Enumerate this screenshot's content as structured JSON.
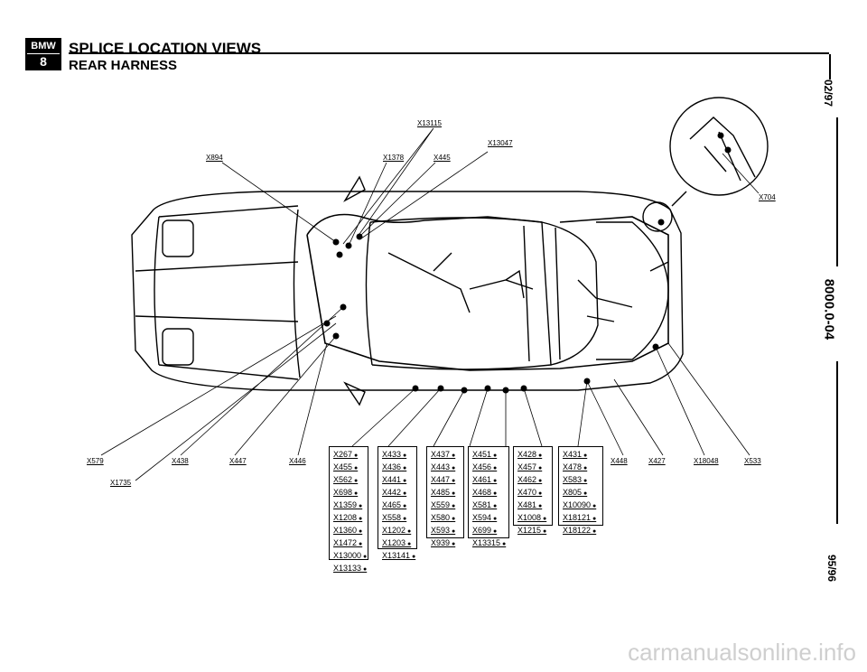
{
  "header": {
    "logo_top": "BMW",
    "logo_bottom": "8",
    "title": "SPLICE LOCATION VIEWS",
    "subtitle": "REAR HARNESS"
  },
  "side": {
    "date": "02/97",
    "code": "8000.0-04",
    "model": "95/96"
  },
  "top_labels": {
    "x13115": "X13115",
    "x13047": "X13047",
    "x894": "X894",
    "x1378": "X1378",
    "x445": "X445",
    "x704": "X704"
  },
  "bottom_labels": {
    "x579": "X579",
    "x1735": "X1735",
    "x438": "X438",
    "x447": "X447",
    "x446": "X446",
    "x448": "X448",
    "x427": "X427",
    "x18048": "X18048",
    "x533": "X533"
  },
  "boxes": [
    [
      "X267",
      "X455",
      "X562",
      "X698",
      "X1359",
      "X1208",
      "X1360",
      "X1472",
      "X13000",
      "X13133"
    ],
    [
      "X433",
      "X436",
      "X441",
      "X442",
      "X465",
      "X558",
      "X1202",
      "X1203",
      "X13141"
    ],
    [
      "X437",
      "X443",
      "X447",
      "X485",
      "X559",
      "X580",
      "X593",
      "X939"
    ],
    [
      "X451",
      "X456",
      "X461",
      "X468",
      "X581",
      "X594",
      "X699",
      "X13315"
    ],
    [
      "X428",
      "X457",
      "X462",
      "X470",
      "X481",
      "X1008",
      "X1215"
    ],
    [
      "X431",
      "X478",
      "X583",
      "X805",
      "X10090",
      "X18121",
      "X18122"
    ]
  ],
  "watermark": "carmanualsonline.info"
}
